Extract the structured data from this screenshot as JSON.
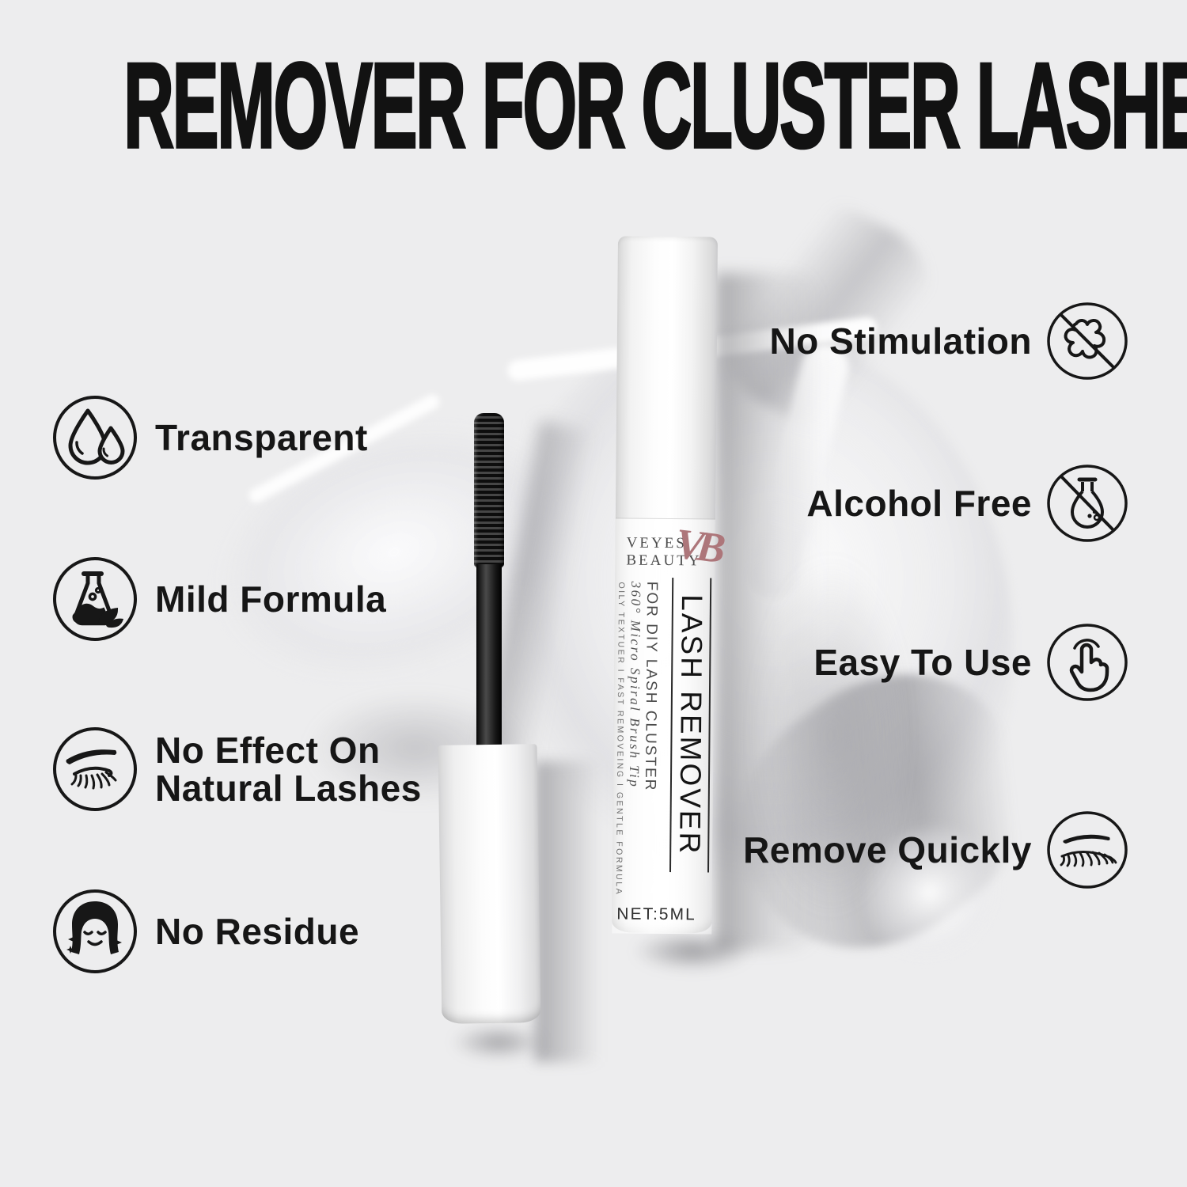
{
  "title": "REMOVER FOR CLUSTER LASHES",
  "features_left": [
    {
      "line1": "Transparent",
      "line2": ""
    },
    {
      "line1": "Mild Formula",
      "line2": ""
    },
    {
      "line1": "No Effect On",
      "line2": "Natural Lashes"
    },
    {
      "line1": "No Residue",
      "line2": ""
    }
  ],
  "features_right": [
    {
      "line1": "No Stimulation",
      "line2": ""
    },
    {
      "line1": "Alcohol Free",
      "line2": ""
    },
    {
      "line1": "Easy To Use",
      "line2": ""
    },
    {
      "line1": "Remove Quickly",
      "line2": ""
    }
  ],
  "product": {
    "brand_line1": "VEYES",
    "brand_line2": "BEAUTY",
    "logo": "VB",
    "name_vertical": "LASH REMOVER",
    "subtitle_vertical": "FOR DIY LASH CLUSTER",
    "script_vertical": "360° Micro Spiral Brush Tip",
    "tagline_vertical": "OILY TEXTUER I FAST REMOVEING I GENTLE FORMULA",
    "net_weight": "NET:5ML"
  },
  "colors": {
    "background": "#ededee",
    "text": "#161616",
    "accent_rose": "#ad767a"
  }
}
